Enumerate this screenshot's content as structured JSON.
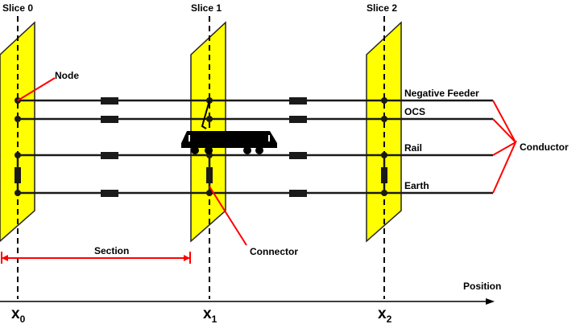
{
  "slices": [
    "Slice 0",
    "Slice 1",
    "Slice 2"
  ],
  "conductors": [
    "Negative Feeder",
    "OCS",
    "Rail",
    "Earth"
  ],
  "labels": {
    "node": "Node",
    "conductor": "Conductor",
    "connector": "Connector",
    "section": "Section",
    "position": "Position"
  },
  "axis_ticks": [
    {
      "base": "x",
      "sub": "0"
    },
    {
      "base": "x",
      "sub": "1"
    },
    {
      "base": "x",
      "sub": "2"
    }
  ],
  "colors": {
    "plane": "#ffff00",
    "annotation": "#ff0000",
    "wire": "#1a1a1a"
  }
}
